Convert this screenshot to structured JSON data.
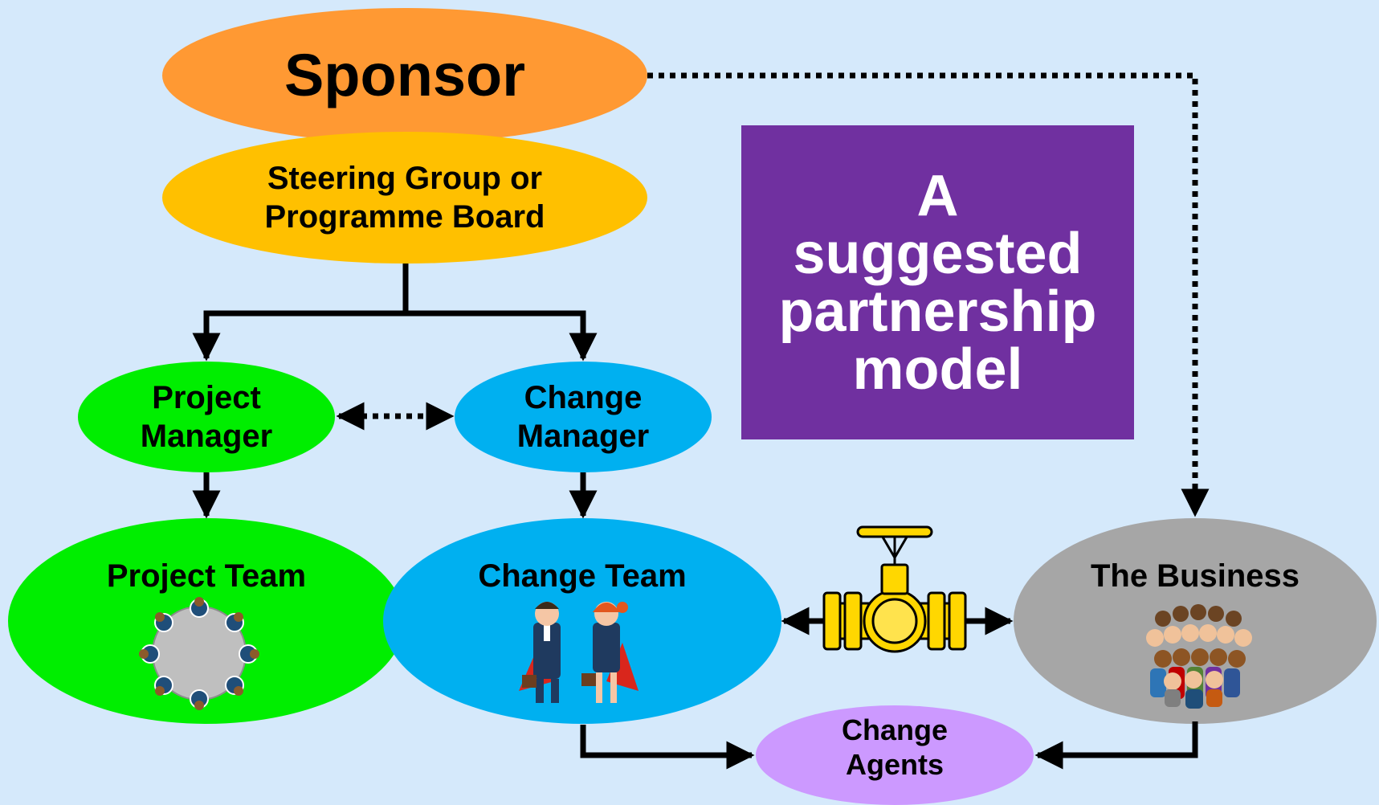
{
  "title_box": {
    "text": "A\nsuggested\npartnership\nmodel"
  },
  "nodes": {
    "sponsor": {
      "label": "Sponsor"
    },
    "steering": {
      "label": "Steering Group or\nProgramme Board"
    },
    "project_manager": {
      "label": "Project\nManager"
    },
    "change_manager": {
      "label": "Change\nManager"
    },
    "project_team": {
      "label": "Project Team"
    },
    "change_team": {
      "label": "Change Team"
    },
    "the_business": {
      "label": "The Business"
    },
    "change_agents": {
      "label": "Change\nAgents"
    }
  },
  "colors": {
    "background": "#d5e9fb",
    "sponsor": "#ff9933",
    "steering": "#ffc000",
    "project": "#00ee00",
    "change": "#00b0f0",
    "business": "#a6a6a6",
    "change_agents": "#cc99ff",
    "title_box": "#7030a0",
    "valve": "#ffd700"
  },
  "icons": {
    "project_team": "meeting-table-icon",
    "change_team": "superhero-pair-icon",
    "the_business": "crowd-icon",
    "valve": "pipe-valve-icon"
  }
}
